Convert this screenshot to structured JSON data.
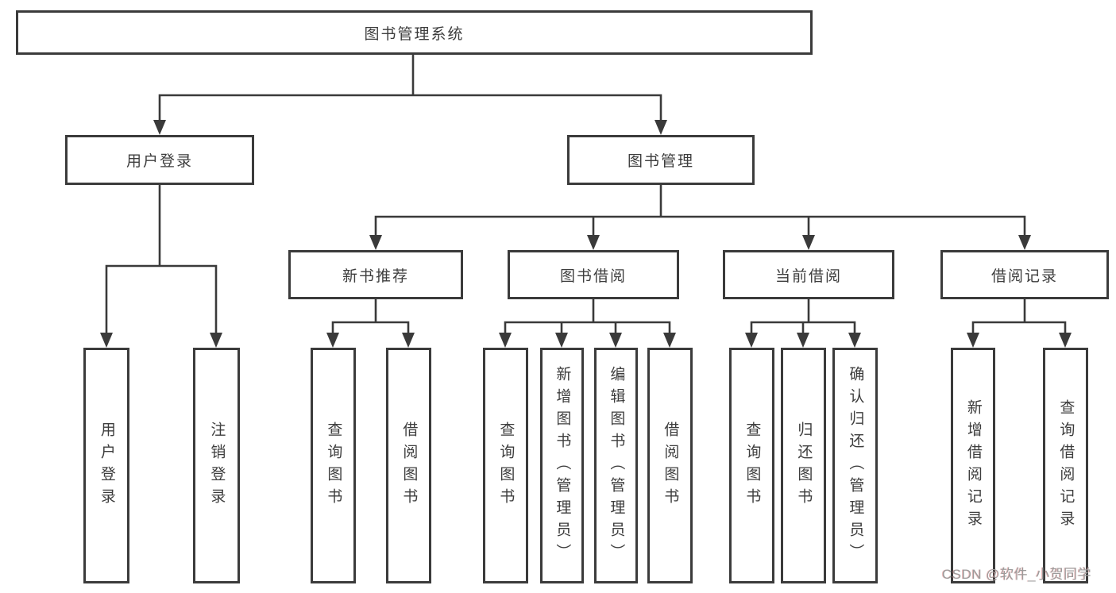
{
  "title": "图书管理系统",
  "level2": {
    "user_login": "用户登录",
    "book_mgmt": "图书管理"
  },
  "level3": {
    "new_books": "新书推荐",
    "book_borrow": "图书借阅",
    "current_borrow": "当前借阅",
    "borrow_records": "借阅记录"
  },
  "leaves": {
    "user_login": "用户登录",
    "logout": "注销登录",
    "nb_query_books": "查询图书",
    "nb_borrow_books": "借阅图书",
    "bb_query_books": "查询图书",
    "bb_add_books": "新增图书（管理员）",
    "bb_edit_books": "编辑图书（管理员）",
    "bb_borrow_books": "借阅图书",
    "cb_query_books": "查询图书",
    "cb_return_books": "归还图书",
    "cb_confirm_return": "确认归还（管理员）",
    "br_add_record": "新增借阅记录",
    "br_query_record": "查询借阅记录"
  },
  "watermark": "CSDN @软件_小贺同学",
  "colors": {
    "line": "#3a3a3a",
    "text": "#3d3d3d",
    "watermark": "#9c9c9c"
  }
}
